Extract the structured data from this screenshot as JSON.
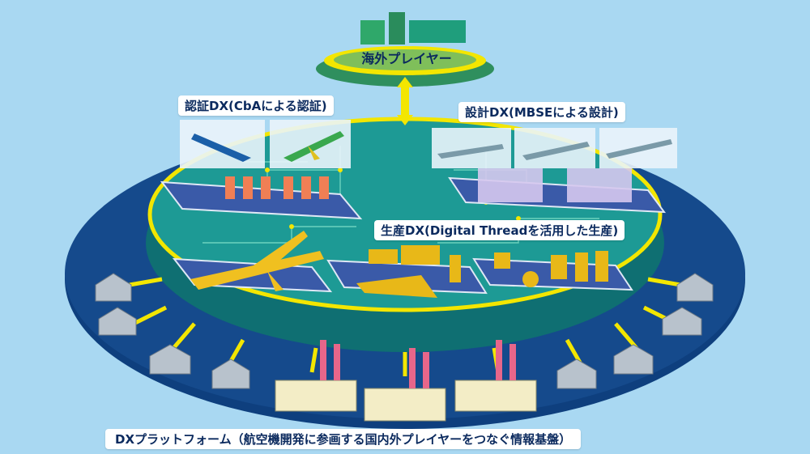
{
  "labels": {
    "overseas_players": "海外プレイヤー",
    "certification_dx": "認証DX(CbAによる認証)",
    "design_dx": "設計DX(MBSEによる設計)",
    "production_dx": "生産DX(Digital Threadを活用した生産)",
    "platform": "DXプラットフォーム（航空機開発に参画する国内外プレイヤーをつなぐ情報基盤）"
  },
  "colors": {
    "background": "#a9d8f2",
    "outer_ring": "#0e3f7e",
    "inner_disk": "#1a8f8a",
    "accent_yellow": "#f3e600",
    "text_navy": "#0b2a5e"
  },
  "icons": [
    "airplane-icon",
    "factory-icon",
    "warehouse-icon",
    "meeting-people-icon",
    "solar-panel-icon",
    "part-icon"
  ]
}
